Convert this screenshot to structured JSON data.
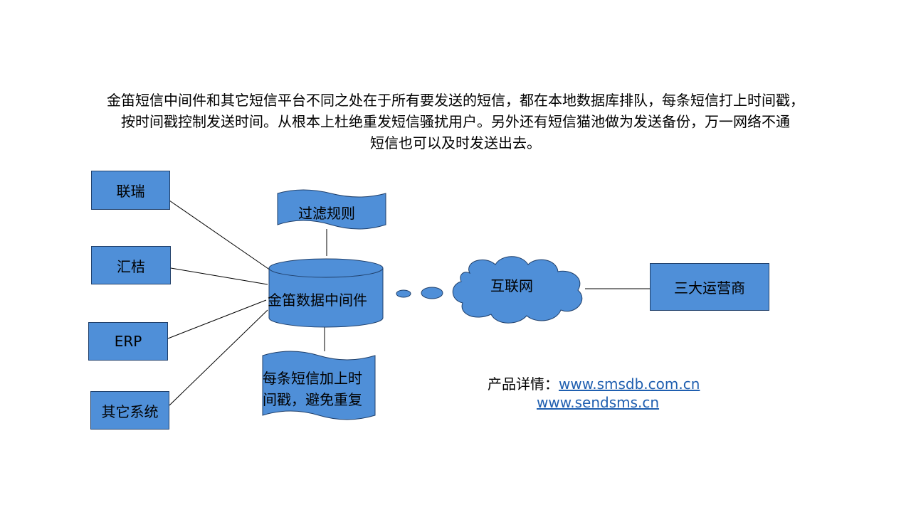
{
  "intro": {
    "line1": "金笛短信中间件和其它短信平台不同之处在于所有要发送的短信，都在本地数据库排队，每条短信打上时间戳，",
    "line2": "按时间戳控制发送时间。从根本上杜绝重发短信骚扰用户。另外还有短信猫池做为发送备份，万一网络不通",
    "line3": "短信也可以及时发送出去。"
  },
  "nodes": {
    "lianrui": "联瑞",
    "huijie": "汇桔",
    "erp": "ERP",
    "other_systems": "其它系统",
    "filter_rules": "过滤规则",
    "middleware": "金笛数据中间件",
    "timestamp_line1": "每条短信加上时",
    "timestamp_line2": "间戳，避免重复",
    "internet": "互联网",
    "operators": "三大运营商"
  },
  "info": {
    "label": "产品详情：",
    "link1": "www.smsdb.com.cn",
    "link2": "www.sendsms.cn"
  },
  "colors": {
    "shape_fill": "#4f8fd8",
    "shape_stroke": "#1f3f6a",
    "link": "#1f5fb0"
  }
}
